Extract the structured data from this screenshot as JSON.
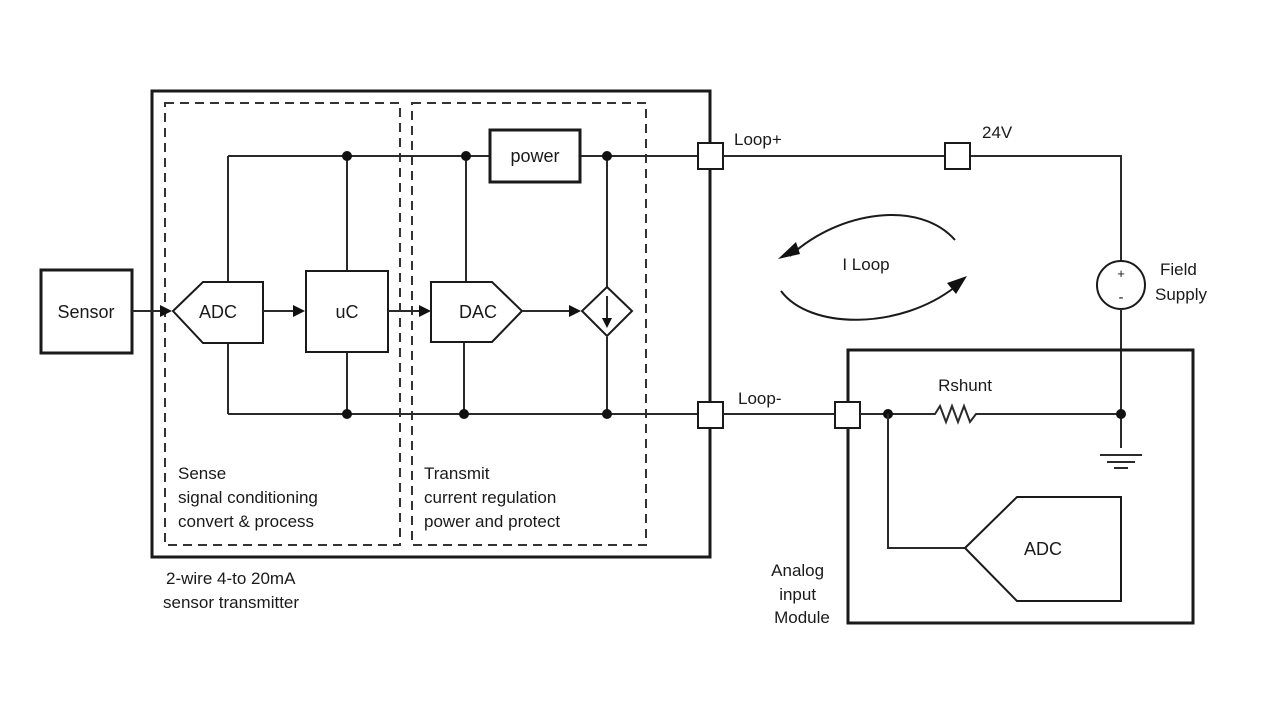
{
  "diagram": {
    "title": "2-wire 4-to 20mA sensor transmitter loop",
    "blocks": {
      "sensor": "Sensor",
      "adc": "ADC",
      "uc": "uC",
      "dac": "DAC",
      "power": "power",
      "module_adc": "ADC"
    },
    "labels": {
      "loop_plus": "Loop+",
      "loop_minus": "Loop-",
      "supply_voltage": "24V",
      "i_loop": "I Loop",
      "field_supply_line1": "Field",
      "field_supply_line2": "Supply",
      "rshunt": "Rshunt",
      "plus_sign": "+",
      "minus_sign": "-"
    },
    "sections": {
      "sense": [
        "Sense",
        "signal conditioning",
        "convert &  process"
      ],
      "transmit": [
        "Transmit",
        "current regulation",
        "power and protect"
      ]
    },
    "captions": {
      "transmitter": [
        "2-wire 4-to 20mA",
        "sensor transmitter"
      ],
      "module": [
        "Analog",
        "input",
        "Module"
      ]
    }
  }
}
